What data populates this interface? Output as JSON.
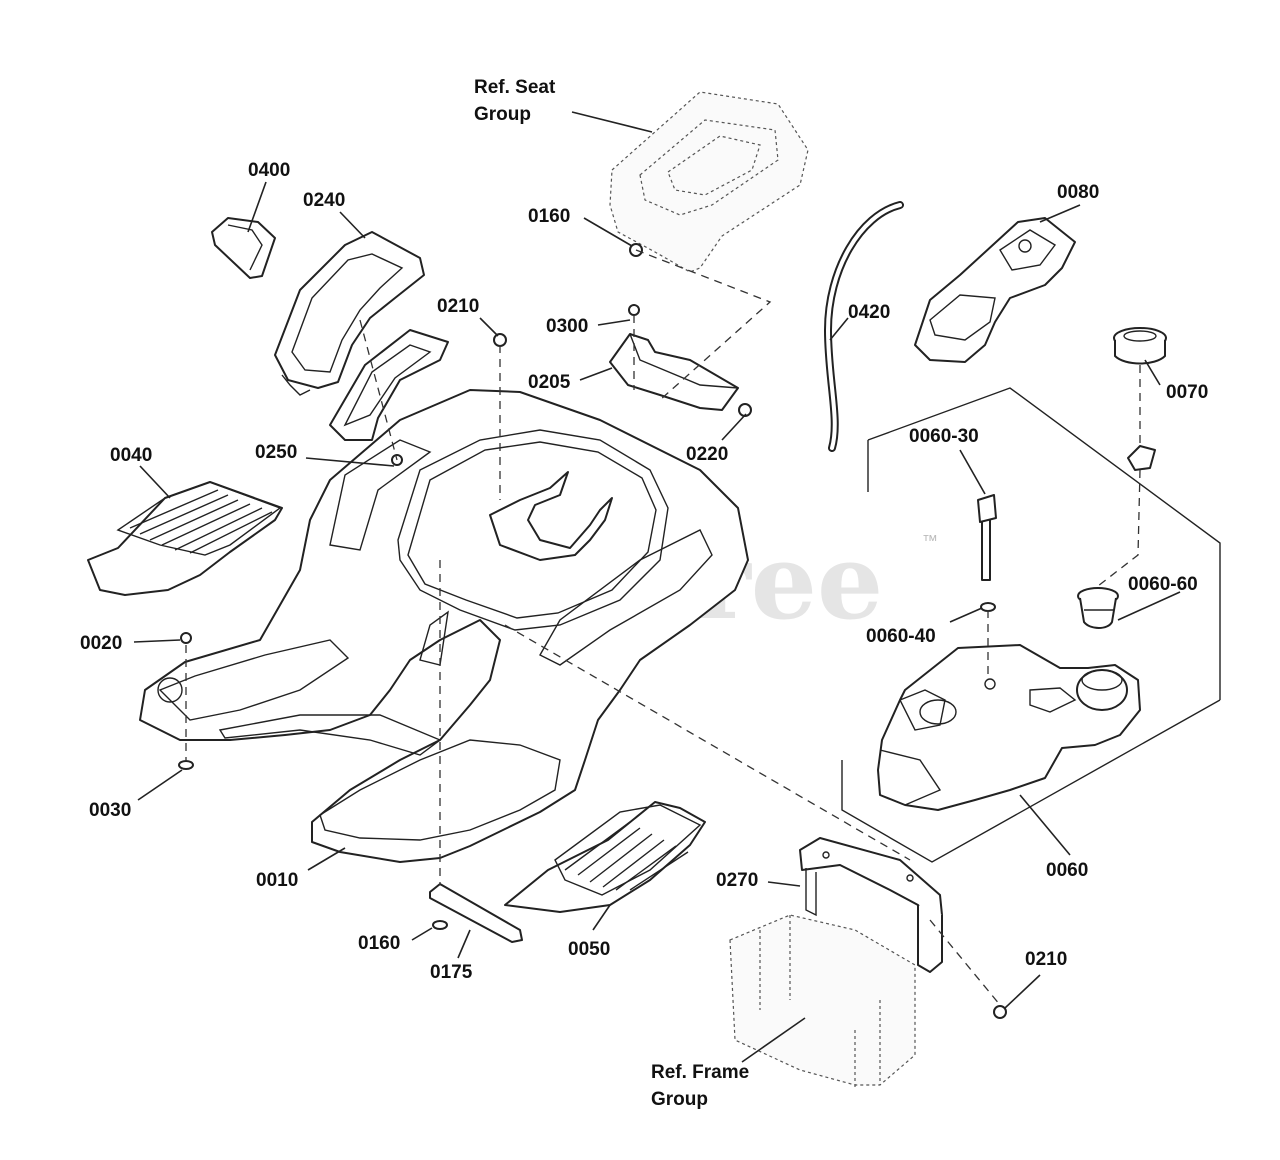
{
  "watermark": {
    "text": "PartsTree",
    "trademark": "™"
  },
  "labels": {
    "ref_seat_line1": "Ref. Seat",
    "ref_seat_line2": "Group",
    "ref_frame_line1": "Ref. Frame",
    "ref_frame_line2": "Group",
    "p0400": "0400",
    "p0240": "0240",
    "p0160_top": "0160",
    "p0210_top": "0210",
    "p0300": "0300",
    "p0205": "0205",
    "p0220": "0220",
    "p0420": "0420",
    "p0080": "0080",
    "p0070": "0070",
    "p0040": "0040",
    "p0250": "0250",
    "p0060_30": "0060-30",
    "p0060_60": "0060-60",
    "p0060_40": "0060-40",
    "p0020": "0020",
    "p0030": "0030",
    "p0010": "0010",
    "p0060": "0060",
    "p0270": "0270",
    "p0160_bottom": "0160",
    "p0175": "0175",
    "p0050": "0050",
    "p0210_bottom": "0210"
  }
}
